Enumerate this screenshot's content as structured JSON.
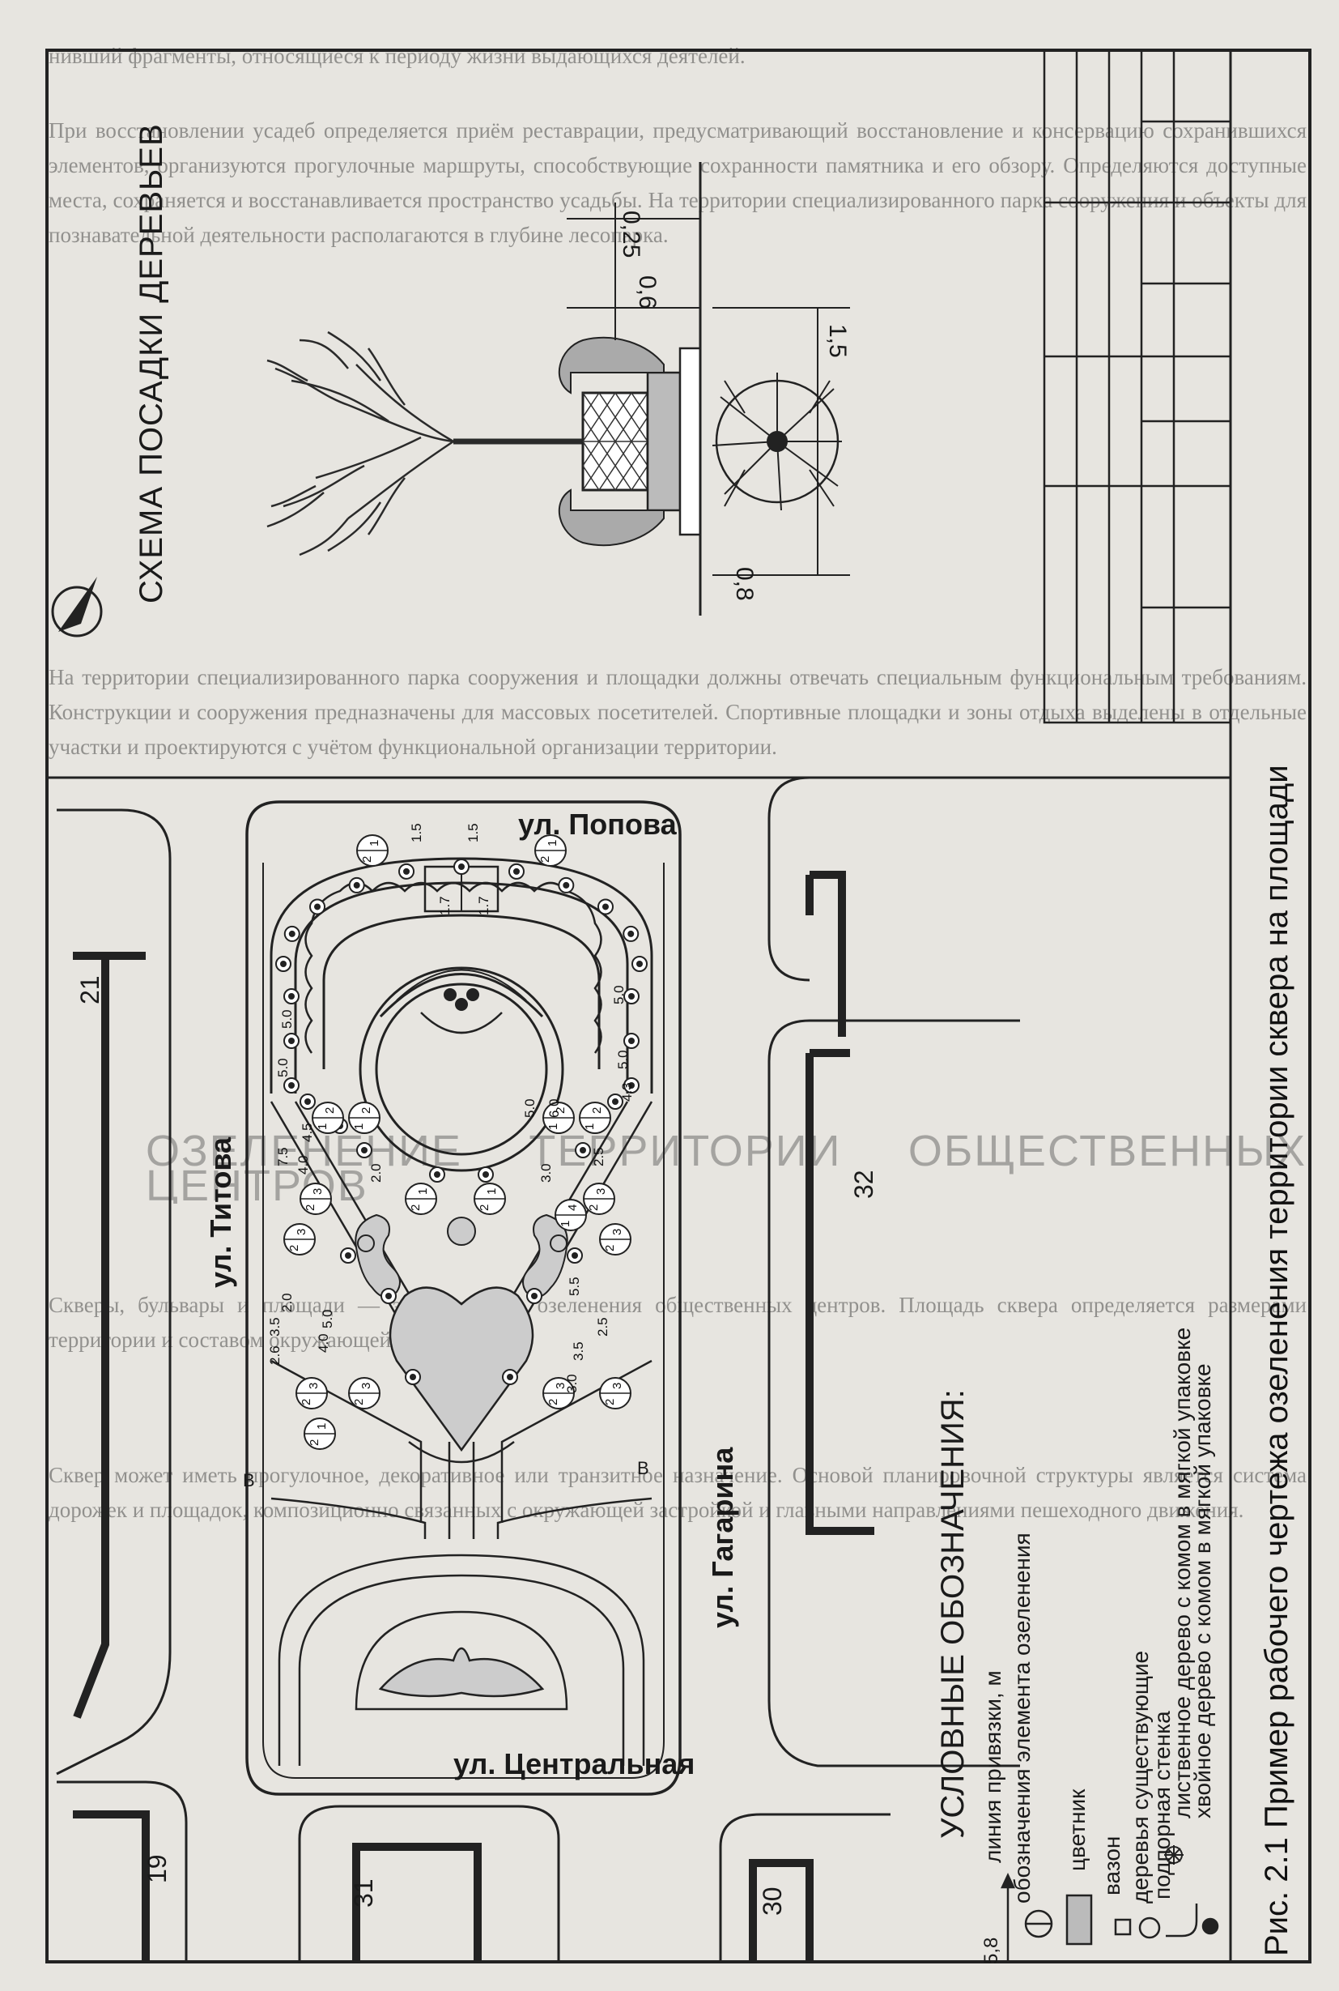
{
  "figure": {
    "caption": "Рис. 2.1 Пример рабочего чертежа озеленения территории сквера на площади",
    "schema_title": "СХЕМА ПОСАДКИ ДЕРЕВЬЕВ",
    "streets": {
      "top": "ул. Попова",
      "left": "ул. Титова",
      "right": "ул. Гагарина",
      "bottom": "ул. Центральная"
    },
    "building_numbers": [
      "21",
      "32",
      "19",
      "31",
      "30"
    ],
    "schema_dims": [
      "0,25",
      "0,6",
      "1,5",
      "0,8"
    ],
    "legend": {
      "title": "УСЛОВНЫЕ ОБОЗНАЧЕНИЯ:",
      "sample_value": "5,8",
      "items": [
        "линия привязки, м",
        "обозначения элемента озеленения",
        "цветник",
        "вазон",
        "деревья существующие",
        "подпорная стенка",
        "лиственное дерево с комом в мягкой упаковке",
        "хвойное дерево с комом в мягкой упаковке"
      ]
    },
    "section_marks": [
      "В",
      "В"
    ],
    "dims_plan": [
      "1.5",
      "1.5",
      "1.7",
      "1.7",
      "5.0",
      "5.0",
      "5.0",
      "5.0",
      "4.5",
      "4.3",
      "2.5",
      "7.5",
      "4.0",
      "2.0",
      "3.0",
      "3.5",
      "5.5",
      "2.5",
      "2.0",
      "5.0",
      "4.0",
      "2.6",
      "3.5",
      "3.0",
      "6.0",
      "5.0"
    ],
    "element_marks": [
      "1",
      "2",
      "3",
      "4"
    ]
  },
  "ghost_text": {
    "line1": "нивший фрагменты, относящиеся к периоду жизни выдающихся деятелей.",
    "line2": "При восстановлении усадеб определяется приём реставрации, предусматривающий восстановление и консервацию сохранившихся элементов, организуются прогулочные маршруты, способствующие сохранности памятника и его обзору. Определяются доступные места, сохраняется и восстанавливается пространство усадьбы. На территории специализированного парка сооружения и объекты для познавательной деятельности располагаются в глубине лесопарка.",
    "line3": "На территории специализированного парка сооружения и площадки должны отвечать специальным функциональным требованиям. Конструкции и сооружения предназначены для массовых посетителей. Спортивные площадки и зоны отдыха выделены в отдельные участки и проектируются с учётом функциональной организации территории.",
    "heading": "ОЗЕЛЕНЕНИЕ ТЕРРИТОРИИ ОБЩЕСТВЕННЫХ ЦЕНТРОВ",
    "line4": "Скверы, бульвары и площади — это элементы озеленения общественных центров. Площадь сквера определяется размерами территории и составом окружающей застройки.",
    "line5": "Сквер может иметь прогулочное, декоративное или транзитное назначение. Основой планировочной структуры является система дорожек и площадок, композиционно связанных с окружающей застройкой и главными направлениями пешеходного движения."
  }
}
